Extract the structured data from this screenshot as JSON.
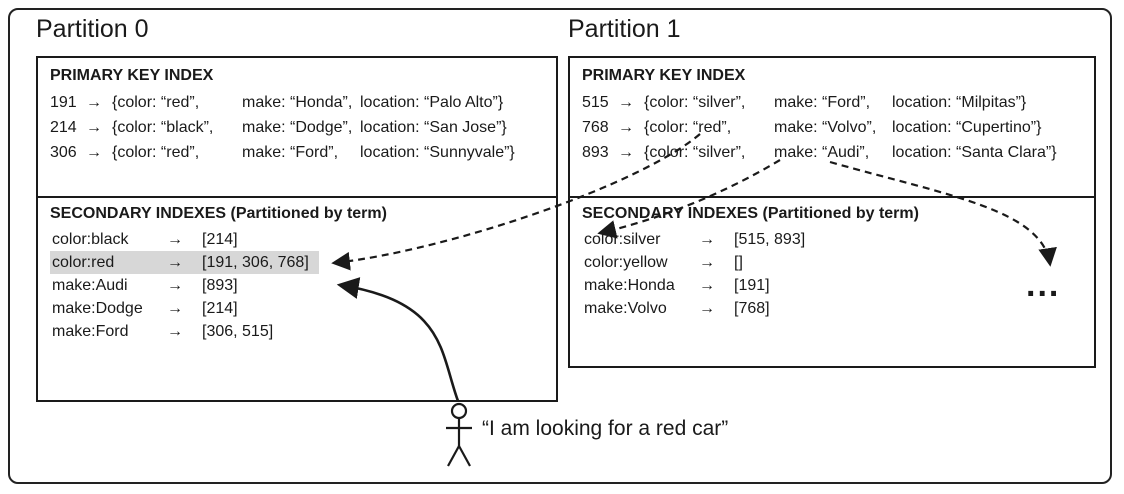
{
  "diagram": {
    "glyphs": {
      "arrow": "→",
      "ellipsis": "..."
    },
    "partitions": [
      {
        "label": "Partition 0",
        "primary": {
          "header": "PRIMARY KEY INDEX",
          "rows": [
            {
              "id": "191",
              "color": "{color: “red”,",
              "make": "make: “Honda”,",
              "location": "location: “Palo Alto”}"
            },
            {
              "id": "214",
              "color": "{color: “black”,",
              "make": "make: “Dodge”,",
              "location": "location: “San Jose”}"
            },
            {
              "id": "306",
              "color": "{color: “red”,",
              "make": "make: “Ford”,",
              "location": "location: “Sunnyvale”}"
            }
          ]
        },
        "secondary": {
          "header": "SECONDARY INDEXES (Partitioned by term)",
          "rows": [
            {
              "term": "color:black",
              "value": "[214]"
            },
            {
              "term": "color:red",
              "value": "[191, 306, 768]"
            },
            {
              "term": "make:Audi",
              "value": "[893]"
            },
            {
              "term": "make:Dodge",
              "value": "[214]"
            },
            {
              "term": "make:Ford",
              "value": "[306, 515]"
            }
          ]
        }
      },
      {
        "label": "Partition 1",
        "primary": {
          "header": "PRIMARY KEY INDEX",
          "rows": [
            {
              "id": "515",
              "color": "{color: “silver”,",
              "make": "make: “Ford”,",
              "location": "location: “Milpitas”}"
            },
            {
              "id": "768",
              "color": "{color: “red”,",
              "make": "make: “Volvo”,",
              "location": "location: “Cupertino”}"
            },
            {
              "id": "893",
              "color": "{color: “silver”,",
              "make": "make: “Audi”,",
              "location": "location: “Santa Clara”}"
            }
          ]
        },
        "secondary": {
          "header": "SECONDARY INDEXES (Partitioned by term)",
          "rows": [
            {
              "term": "color:silver",
              "value": "[515, 893]"
            },
            {
              "term": "color:yellow",
              "value": "[]"
            },
            {
              "term": "make:Honda",
              "value": "[191]"
            },
            {
              "term": "make:Volvo",
              "value": "[768]"
            }
          ]
        }
      }
    ],
    "person": {
      "quote": "“I am looking for a red car”"
    }
  }
}
